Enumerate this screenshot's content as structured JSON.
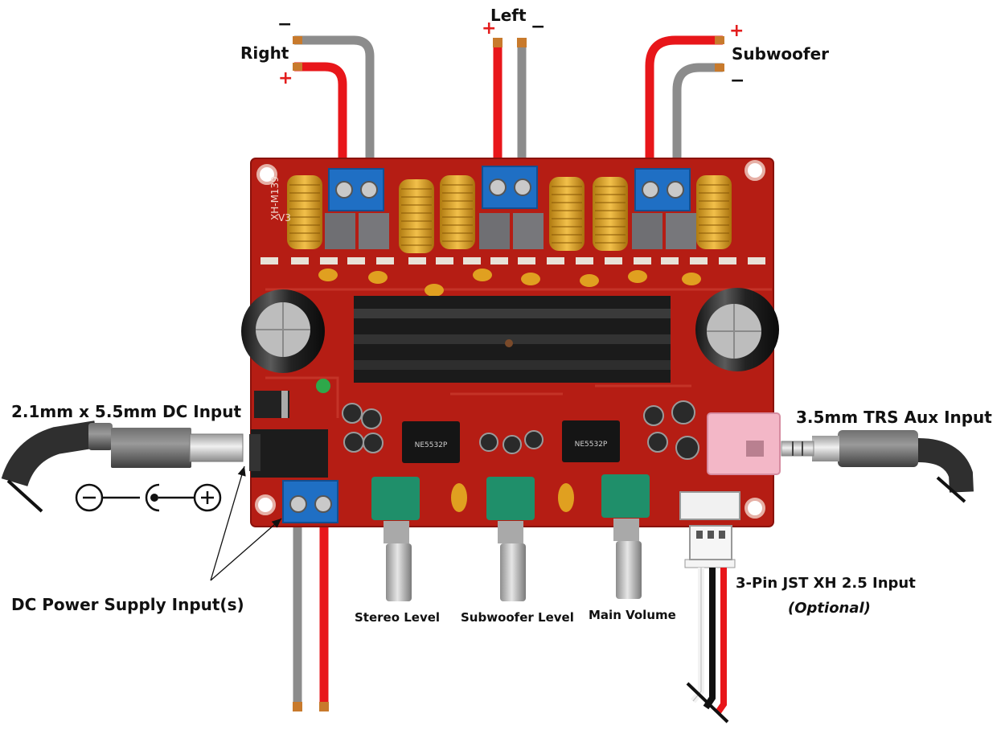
{
  "labels": {
    "left": "Left",
    "right": "Right",
    "subwoofer": "Subwoofer",
    "dc_input": "2.1mm x 5.5mm DC Input",
    "aux_input": "3.5mm TRS Aux Input",
    "dc_power": "DC Power Supply Input(s)",
    "jst_input": "3-Pin JST XH 2.5 Input",
    "jst_optional": "(Optional)",
    "stereo_level": "Stereo Level",
    "subwoofer_level": "Subwoofer Level",
    "main_volume": "Main Volume"
  },
  "polarity": {
    "plus": "+",
    "minus": "−"
  },
  "board": {
    "model": "XH-M139",
    "version": "V3",
    "chip": "NE5532P"
  },
  "colors": {
    "pcb": "#b51d14",
    "wire_red": "#e8161a",
    "wire_gray": "#8c8c8c",
    "terminal_blue": "#1f6fc4",
    "heatsink": "#1b1b1b",
    "pot_green": "#1f8f6a",
    "plus_red": "#e31d1d"
  }
}
